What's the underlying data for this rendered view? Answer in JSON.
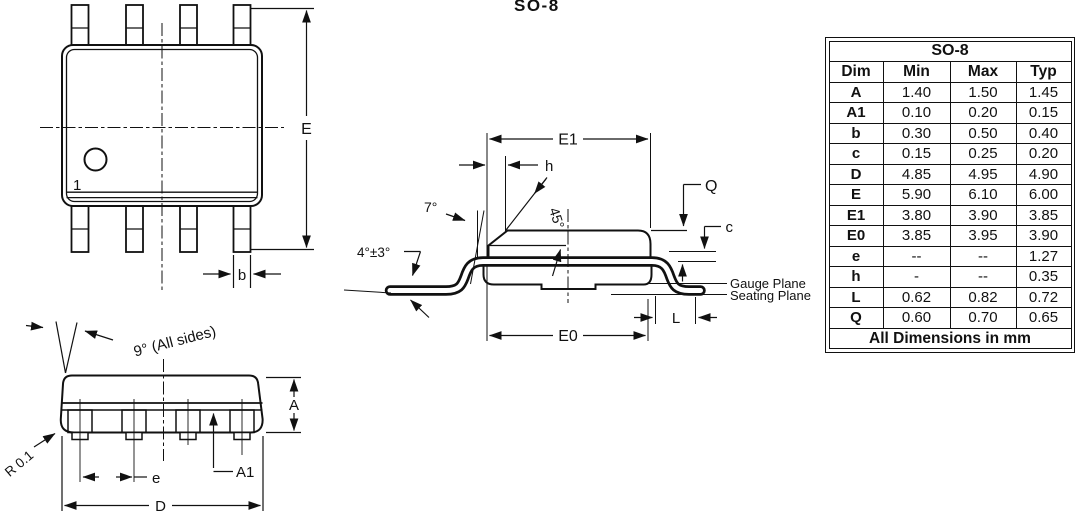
{
  "title": "SO-8",
  "top_view": {
    "pin1": "1",
    "dim_e": "E",
    "dim_b": "b"
  },
  "side_view": {
    "angle": "9° (All sides)",
    "radius": "R 0.1",
    "dim_a": "A",
    "dim_a1": "A1",
    "dim_e_pitch": "e",
    "dim_d": "D"
  },
  "front_view": {
    "dim_e1": "E1",
    "dim_h": "h",
    "angle_7": "7°",
    "angle_45": "45°",
    "angle_4": "4°±3°",
    "dim_q": "Q",
    "dim_c": "c",
    "gauge_plane": "Gauge Plane",
    "seating_plane": "Seating Plane",
    "dim_l": "L",
    "dim_e0": "E0"
  },
  "dim_table": {
    "title": "SO-8",
    "columns": [
      "Dim",
      "Min",
      "Max",
      "Typ"
    ],
    "rows": [
      [
        "A",
        "1.40",
        "1.50",
        "1.45"
      ],
      [
        "A1",
        "0.10",
        "0.20",
        "0.15"
      ],
      [
        "b",
        "0.30",
        "0.50",
        "0.40"
      ],
      [
        "c",
        "0.15",
        "0.25",
        "0.20"
      ],
      [
        "D",
        "4.85",
        "4.95",
        "4.90"
      ],
      [
        "E",
        "5.90",
        "6.10",
        "6.00"
      ],
      [
        "E1",
        "3.80",
        "3.90",
        "3.85"
      ],
      [
        "E0",
        "3.85",
        "3.95",
        "3.90"
      ],
      [
        "e",
        "--",
        "--",
        "1.27"
      ],
      [
        "h",
        "-",
        "--",
        "0.35"
      ],
      [
        "L",
        "0.62",
        "0.82",
        "0.72"
      ],
      [
        "Q",
        "0.60",
        "0.70",
        "0.65"
      ]
    ],
    "footer": "All Dimensions in mm"
  }
}
